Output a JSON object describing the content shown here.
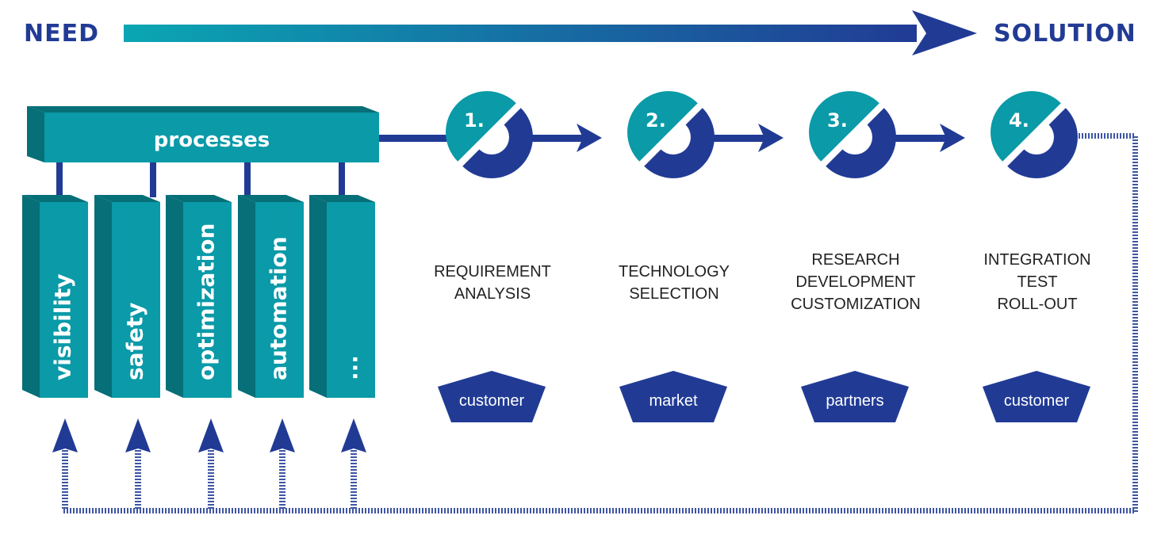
{
  "header": {
    "need_label": "NEED",
    "solution_label": "SOLUTION"
  },
  "processes": {
    "label": "processes",
    "pillars": [
      {
        "label": "visibility"
      },
      {
        "label": "safety"
      },
      {
        "label": "optimization"
      },
      {
        "label": "automation"
      },
      {
        "label": "..."
      }
    ]
  },
  "steps": [
    {
      "number": "1.",
      "title_lines": [
        "REQUIREMENT",
        "ANALYSIS"
      ],
      "actor": "customer"
    },
    {
      "number": "2.",
      "title_lines": [
        "TECHNOLOGY",
        "SELECTION"
      ],
      "actor": "market"
    },
    {
      "number": "3.",
      "title_lines": [
        "RESEARCH",
        "DEVELOPMENT",
        "CUSTOMIZATION"
      ],
      "actor": "partners"
    },
    {
      "number": "4.",
      "title_lines": [
        "INTEGRATION",
        "TEST",
        "ROLL-OUT"
      ],
      "actor": "customer"
    }
  ],
  "colors": {
    "teal": "#0a9aa8",
    "teal_dark": "#066f77",
    "navy": "#213b95",
    "gradient_start": "#0aa6b3",
    "gradient_end": "#213b95",
    "text_dark": "#222222"
  }
}
